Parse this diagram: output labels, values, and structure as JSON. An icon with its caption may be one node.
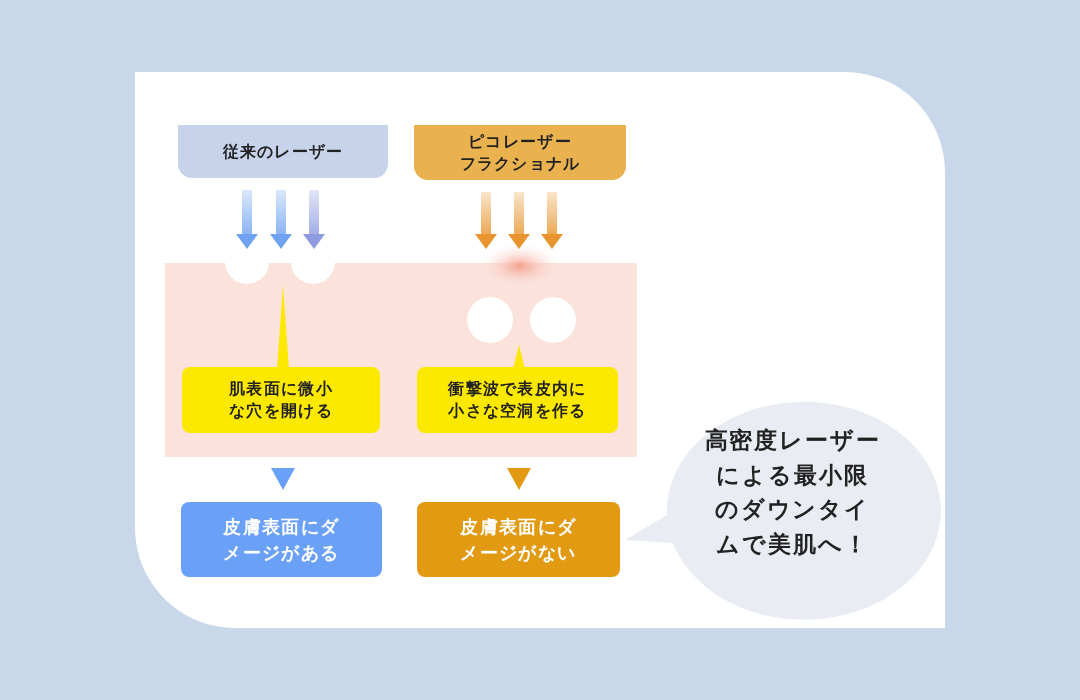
{
  "diagram": {
    "nodes": [
      {
        "text": [
          "従来のレーザー"
        ]
      },
      {
        "text": [
          "ピコレーザーフラクショナル"
        ]
      },
      {
        "text": [],
        "shape": "box"
      },
      {
        "text": [
          "肌表面に微小な穴を開ける"
        ],
        "in": 2
      },
      {
        "text": [
          "衝撃波で表皮内に小さな空洞を作る"
        ],
        "in": 2
      },
      {
        "text": [
          "皮膚表面にダメージがある"
        ]
      },
      {
        "text": [
          "皮膚表面にダメージがない"
        ]
      },
      {
        "text": [
          "高密度レーザーによる最小限のダウンタイムで美肌へ！"
        ]
      }
    ],
    "edges": [
      {
        "from": 0,
        "to": 2,
        "arrow": "to",
        "style": "thick",
        "color": "#6fa3f0"
      },
      {
        "from": 0,
        "to": 2,
        "arrow": "to",
        "style": "thick",
        "color": "#6fa3f0"
      },
      {
        "from": 0,
        "to": 2,
        "arrow": "to",
        "style": "thick",
        "color": "#8f9be0"
      },
      {
        "from": 1,
        "to": 2,
        "arrow": "to",
        "style": "thick",
        "color": "#e8952f"
      },
      {
        "from": 1,
        "to": 2,
        "arrow": "to",
        "style": "thick",
        "color": "#e8952f"
      },
      {
        "from": 1,
        "to": 2,
        "arrow": "to",
        "style": "thick",
        "color": "#e8952f"
      },
      {
        "from": 2,
        "to": 5,
        "arrow": "to",
        "color": "#6aa0f6"
      },
      {
        "from": 2,
        "to": 6,
        "arrow": "to",
        "color": "#e29a12"
      }
    ]
  }
}
